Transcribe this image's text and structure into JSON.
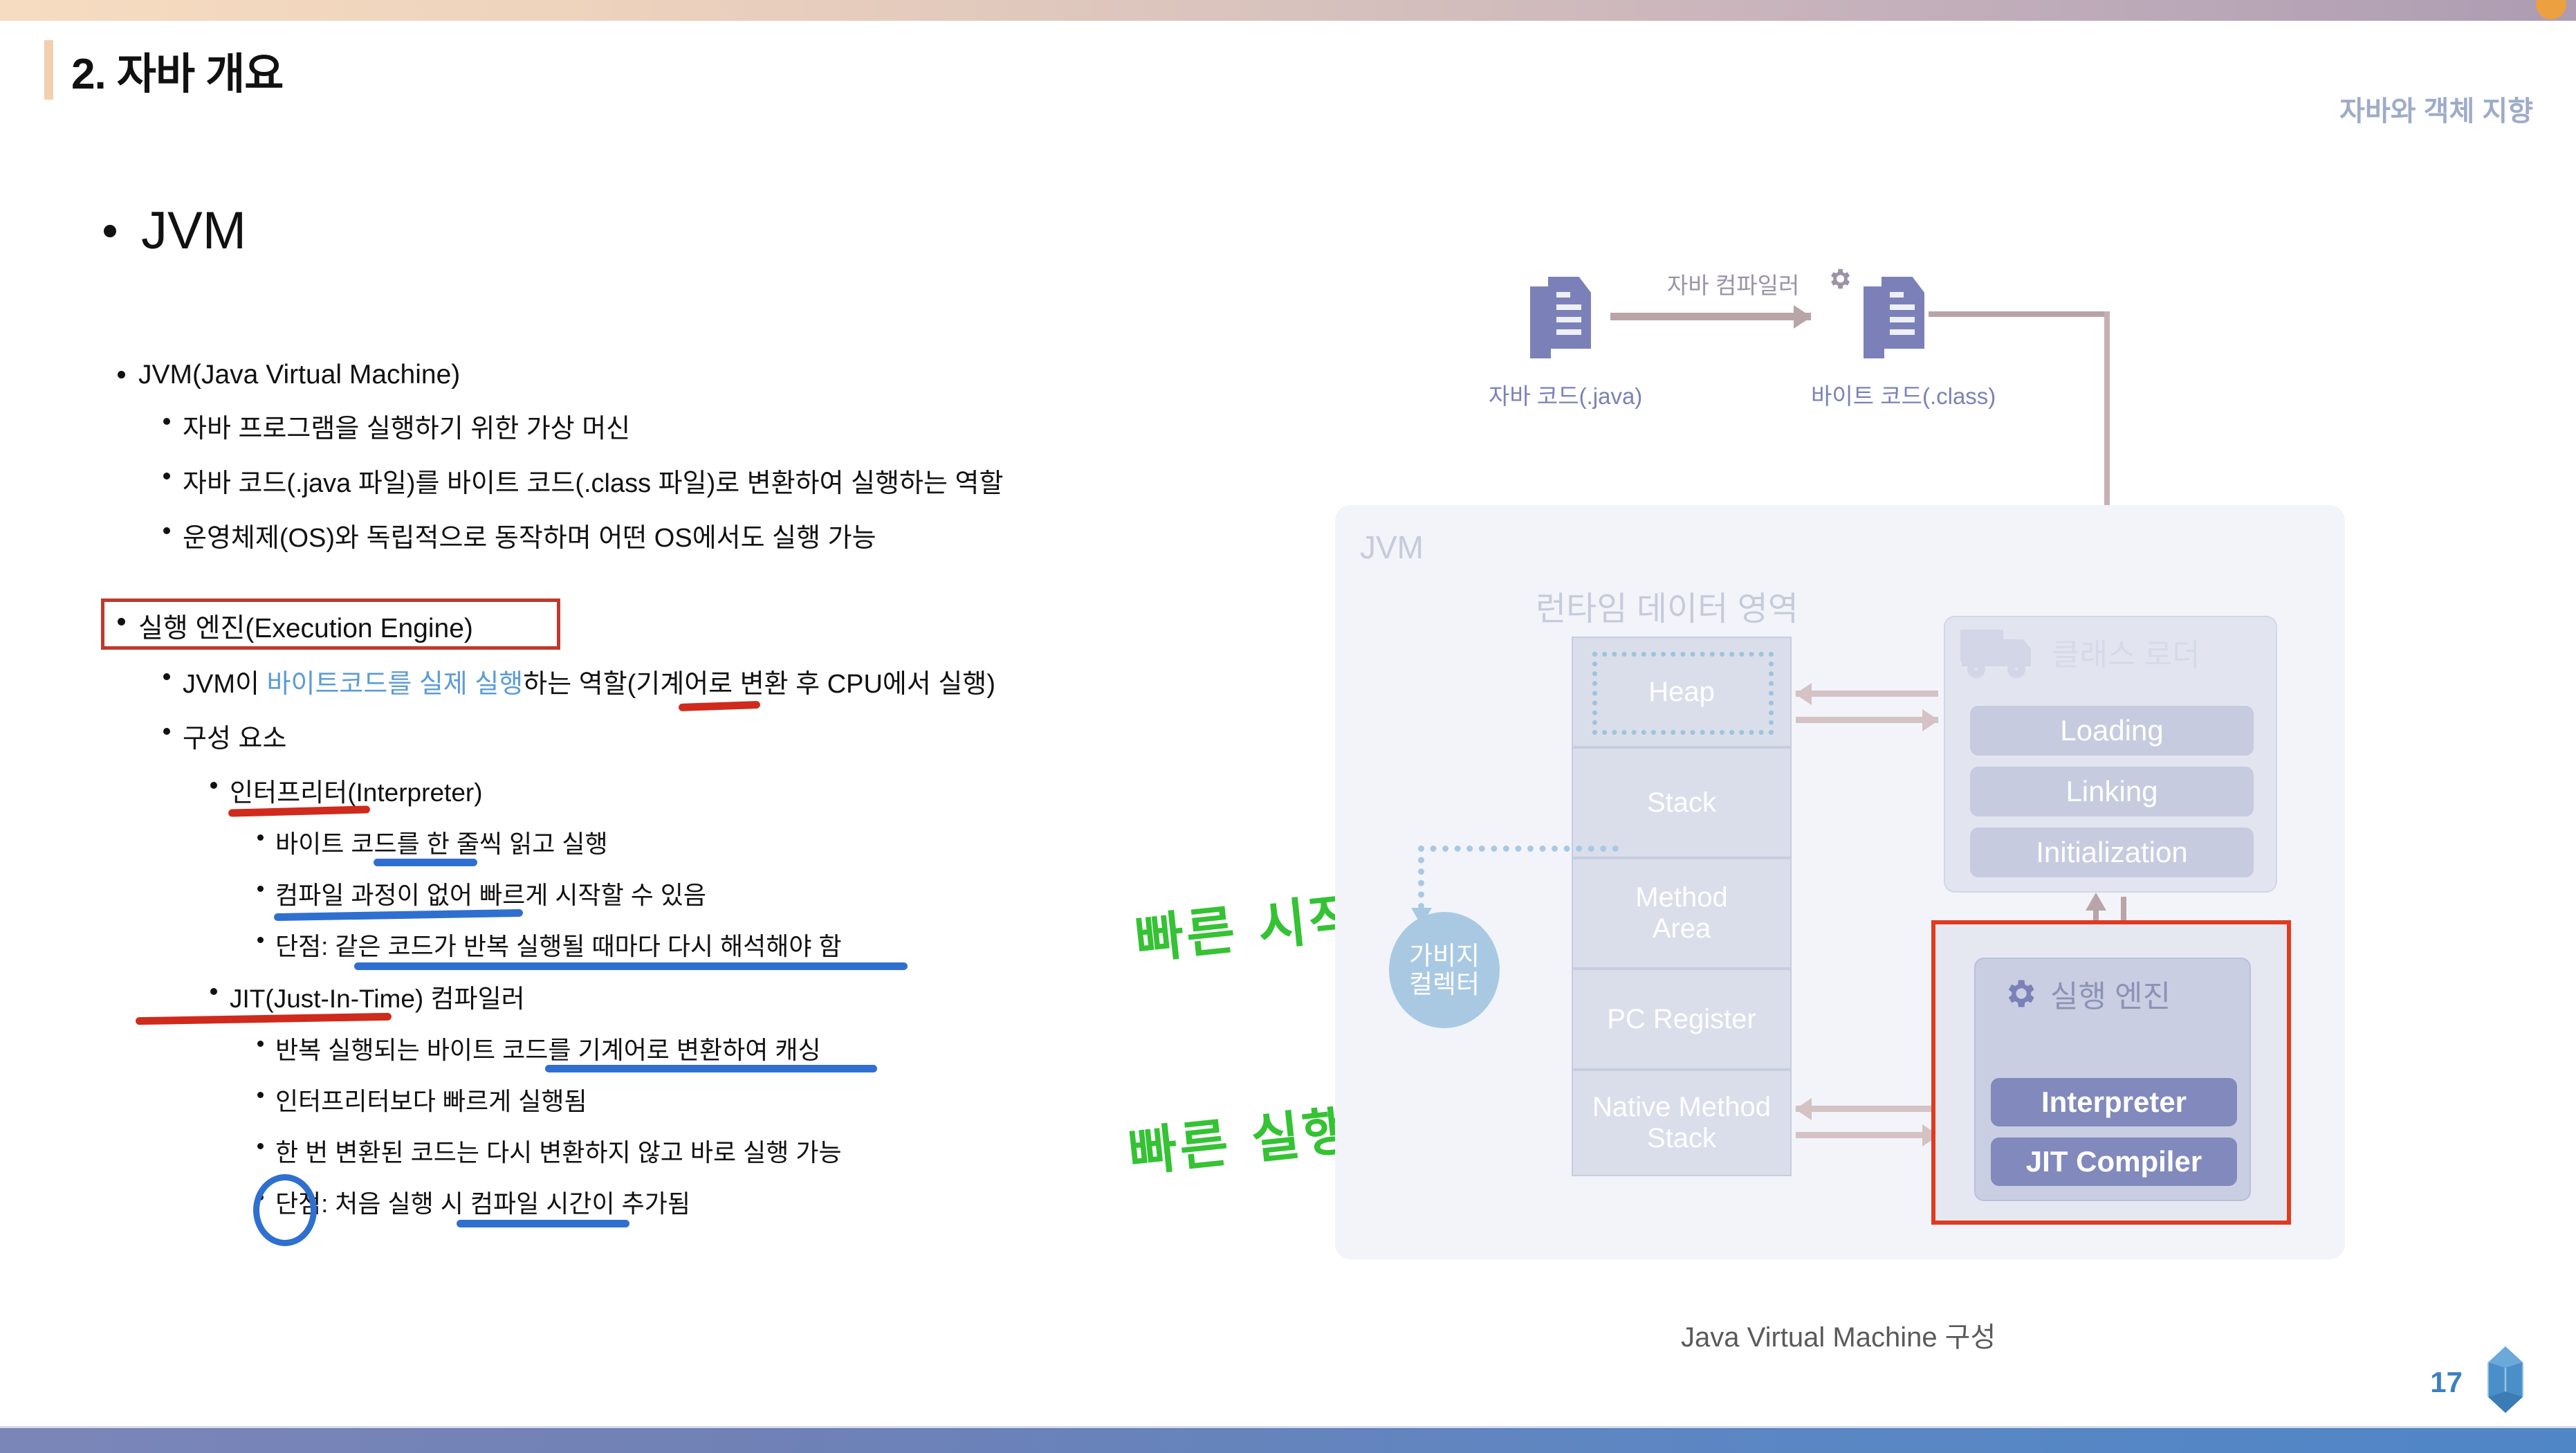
{
  "header": {
    "title": "2. 자바 개요",
    "right_label": "자바와 객체 지향"
  },
  "content": {
    "heading": "JVM",
    "blocks": [
      {
        "level": 1,
        "text": "JVM(Java Virtual Machine)"
      },
      {
        "level": 2,
        "text": "자바 프로그램을 실행하기 위한 가상 머신"
      },
      {
        "level": 2,
        "text": "자바 코드(.java 파일)를 바이트 코드(.class 파일)로 변환하여 실행하는 역할"
      },
      {
        "level": 2,
        "text": "운영체제(OS)와 독립적으로 동작하며 어떤 OS에서도 실행 가능"
      },
      {
        "level": 1,
        "text": "실행 엔진(Execution Engine)"
      },
      {
        "level": 2,
        "text_before": "JVM이 ",
        "text_highlight": "바이트코드를 실제 실행",
        "text_after": "하는 역할(기계어로 변환 후 CPU에서 실행)"
      },
      {
        "level": 2,
        "text": "구성 요소"
      },
      {
        "level": 3,
        "text": "인터프리터(Interpreter)"
      },
      {
        "level": 4,
        "text": "바이트 코드를 한 줄씩 읽고 실행"
      },
      {
        "level": 4,
        "text": "컴파일 과정이 없어 빠르게 시작할 수 있음"
      },
      {
        "level": 4,
        "text": "단점: 같은 코드가 반복 실행될 때마다 다시 해석해야 함"
      },
      {
        "level": 3,
        "text": "JIT(Just-In-Time) 컴파일러"
      },
      {
        "level": 4,
        "text": "반복 실행되는 바이트 코드를 기계어로 변환하여 캐싱"
      },
      {
        "level": 4,
        "text": "인터프리터보다 빠르게 실행됨"
      },
      {
        "level": 4,
        "text": "한 번 변환된 코드는 다시 변환하지 않고 바로 실행 가능"
      },
      {
        "level": 4,
        "text": "단점: 처음 실행 시 컴파일 시간이 추가됨"
      }
    ]
  },
  "annotations": {
    "handwritten": [
      {
        "text": "빠른 시작"
      },
      {
        "text": "빠른 실행속도"
      }
    ],
    "colors": {
      "red": "#cf2a1c",
      "blue": "#2f6fd0",
      "green": "#35c234",
      "redbox": "#c0392b",
      "highlight_blue": "#5b9bd5"
    }
  },
  "diagram": {
    "source_file_label": "자바 코드(.java)",
    "compiler_label": "자바 컴파일러",
    "compiler_icon": "gear-icon",
    "bytecode_file_label": "바이트 코드(.class)",
    "jvm_label": "JVM",
    "runtime_area_title": "런타임 데이터 영역",
    "memory_cells": [
      "Heap",
      "Stack",
      "Method\nArea",
      "PC Register",
      "Native\nMethod Stack"
    ],
    "memory_cells_flat": [
      "Heap",
      "Stack",
      "Method Area",
      "PC Register",
      "Native Method Stack"
    ],
    "gc_label": "가비지\n컬렉터",
    "gc_label_line1": "가비지",
    "gc_label_line2": "컬렉터",
    "class_loader": {
      "title": "클래스 로더",
      "icon": "truck-icon",
      "stages": [
        "Loading",
        "Linking",
        "Initialization"
      ]
    },
    "execution_engine": {
      "title": "실행 엔진",
      "icon": "gear-icon",
      "components": [
        "Interpreter",
        "JIT Compiler"
      ],
      "highlighted": true
    },
    "caption": "Java Virtual Machine 구성"
  },
  "footer": {
    "page_number": "17",
    "logo": "crystal-gem-icon"
  }
}
